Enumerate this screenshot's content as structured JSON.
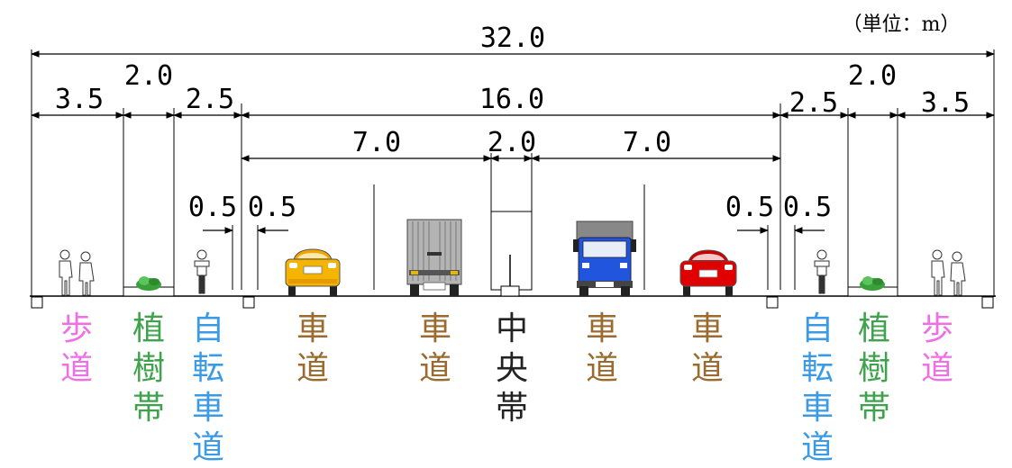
{
  "unit_note": "（単位：m）",
  "dimensions": {
    "total": "32.0",
    "sidewalk_left": "3.5",
    "planting_left": "2.0",
    "bike_left": "2.5",
    "carriageway": "16.0",
    "bike_right": "2.5",
    "planting_right": "2.0",
    "sidewalk_right": "3.5",
    "lane_left": "7.0",
    "median": "2.0",
    "lane_right": "7.0",
    "margin_left_a": "0.5",
    "margin_left_b": "0.5",
    "margin_right_a": "0.5",
    "margin_right_b": "0.5"
  },
  "zones": [
    {
      "label": "歩道",
      "color": "#f06ee6"
    },
    {
      "label": "植樹帯",
      "color": "#3fa34d"
    },
    {
      "label": "自転車道",
      "color": "#3a9ae6"
    },
    {
      "label": "車道",
      "color": "#9a6a2e"
    },
    {
      "label": "車道",
      "color": "#9a6a2e"
    },
    {
      "label": "中央帯",
      "color": "#222222"
    },
    {
      "label": "車道",
      "color": "#9a6a2e"
    },
    {
      "label": "車道",
      "color": "#9a6a2e"
    },
    {
      "label": "自転車道",
      "color": "#3a9ae6"
    },
    {
      "label": "植樹帯",
      "color": "#3fa34d"
    },
    {
      "label": "歩道",
      "color": "#f06ee6"
    }
  ],
  "icons": {
    "pedestrians": "pedestrians-icon",
    "planter": "planter-icon",
    "cyclist": "cyclist-icon",
    "car": "car-icon",
    "truck": "truck-icon"
  }
}
